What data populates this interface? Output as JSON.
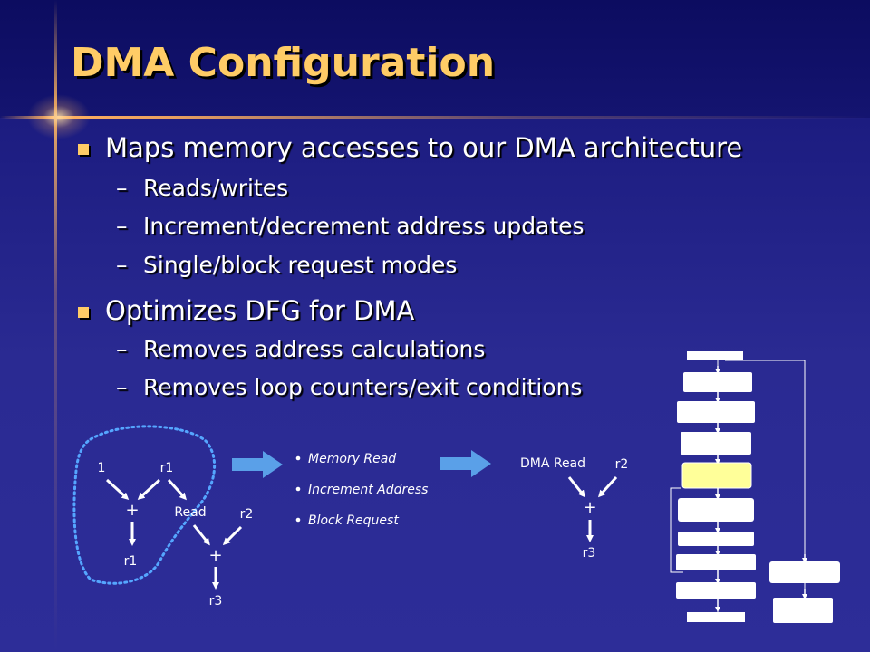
{
  "slide": {
    "title": "DMA Configuration",
    "bullets": [
      {
        "text": "Maps memory accesses to our DMA architecture",
        "sub": [
          "Reads/writes",
          "Increment/decrement address updates",
          "Single/block request modes"
        ]
      },
      {
        "text": "Optimizes DFG for DMA",
        "sub": [
          "Removes address calculations",
          "Removes loop counters/exit conditions"
        ]
      }
    ],
    "sub_marker": "–"
  },
  "diagram": {
    "before": {
      "inputs": [
        "1",
        "r1"
      ],
      "add_node": "+",
      "read_node": "Read",
      "output_r1": "r1",
      "input_r2": "r2",
      "add_node2": "+",
      "output_r3": "r3"
    },
    "optimizations": [
      "Memory Read",
      "Increment Address",
      "Block Request"
    ],
    "after": {
      "input_dma": "DMA Read",
      "input_r2": "r2",
      "add_node": "+",
      "output": "r3"
    }
  },
  "colors": {
    "title": "#ffcc66",
    "arrow": "#5aa0e8",
    "dotted_boundary": "#55a6ff",
    "highlight_block": "#ffff99"
  }
}
